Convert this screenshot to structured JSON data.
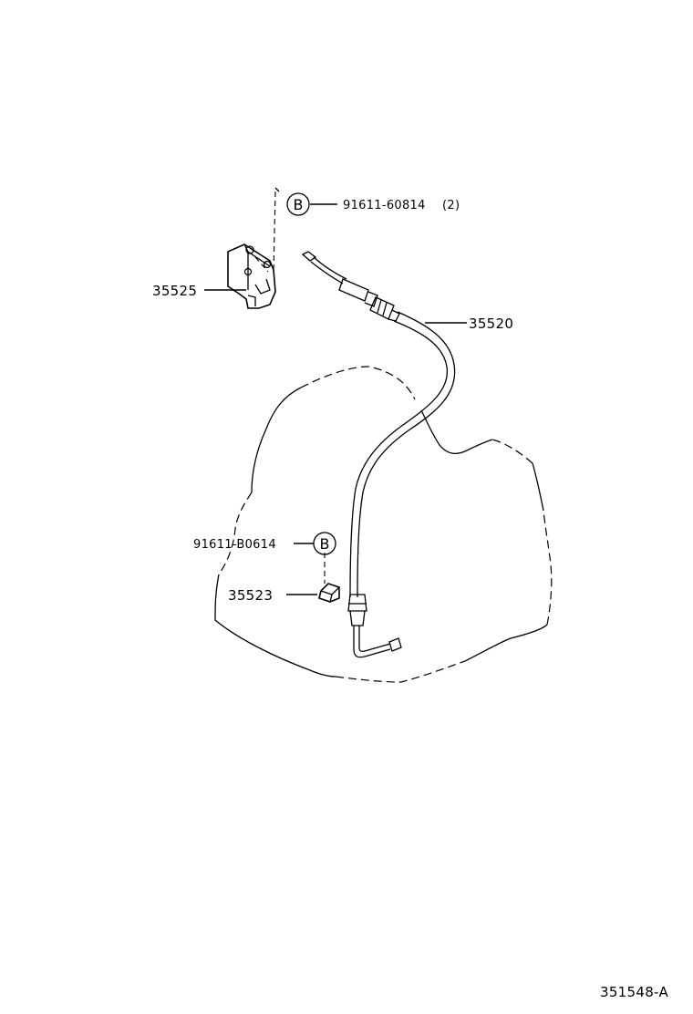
{
  "callouts": {
    "part_35525": "35525",
    "part_35520": "35520",
    "part_35523": "35523",
    "bolt_top": "91611-60814",
    "bolt_top_qty": "(2)",
    "bolt_bottom": "91611-B0614",
    "badge_top": "B",
    "badge_bottom": "B"
  },
  "figure_id": "351548-A"
}
